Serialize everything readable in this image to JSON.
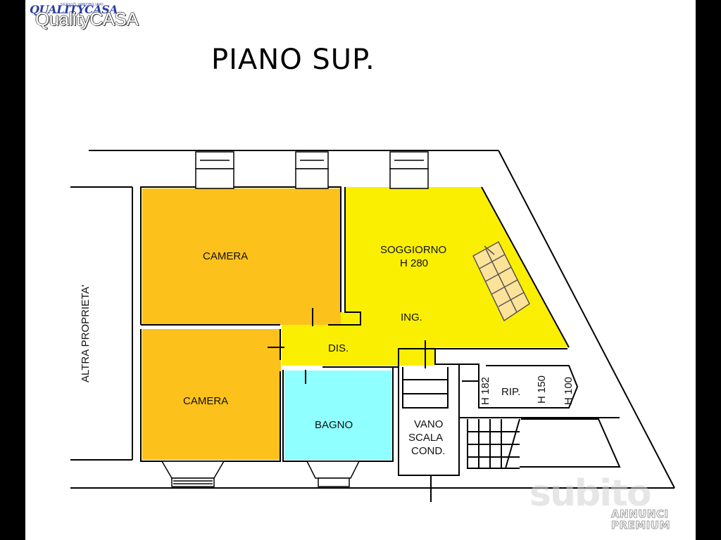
{
  "brand": {
    "logo_text": "QUALITYCASA",
    "tagline": "SERVIZI IMMOBILIARI",
    "name": "QualityCASA"
  },
  "title": "PIANO SUP.",
  "rooms": {
    "camera_top": "CAMERA",
    "camera_bottom": "CAMERA",
    "soggiorno": "SOGGIORNO",
    "soggiorno_height": "H 280",
    "ingresso": "ING.",
    "disimpegno": "DIS.",
    "bagno": "BAGNO",
    "vano_line1": "VANO",
    "vano_line2": "SCALA",
    "vano_line3": "COND.",
    "ripostiglio": "RIP.",
    "rip_h1": "H 182",
    "rip_h2": "H 150",
    "rip_h3": "H 100",
    "altra_proprieta": "ALTRA PROPRIETA'"
  },
  "colors": {
    "camera": "#FDC11B",
    "soggiorno": "#FAEF00",
    "bagno": "#8FFFFF"
  },
  "watermark": {
    "subito": "subito",
    "annunci": "ANNUNCI",
    "premium": "PREMIUM"
  }
}
